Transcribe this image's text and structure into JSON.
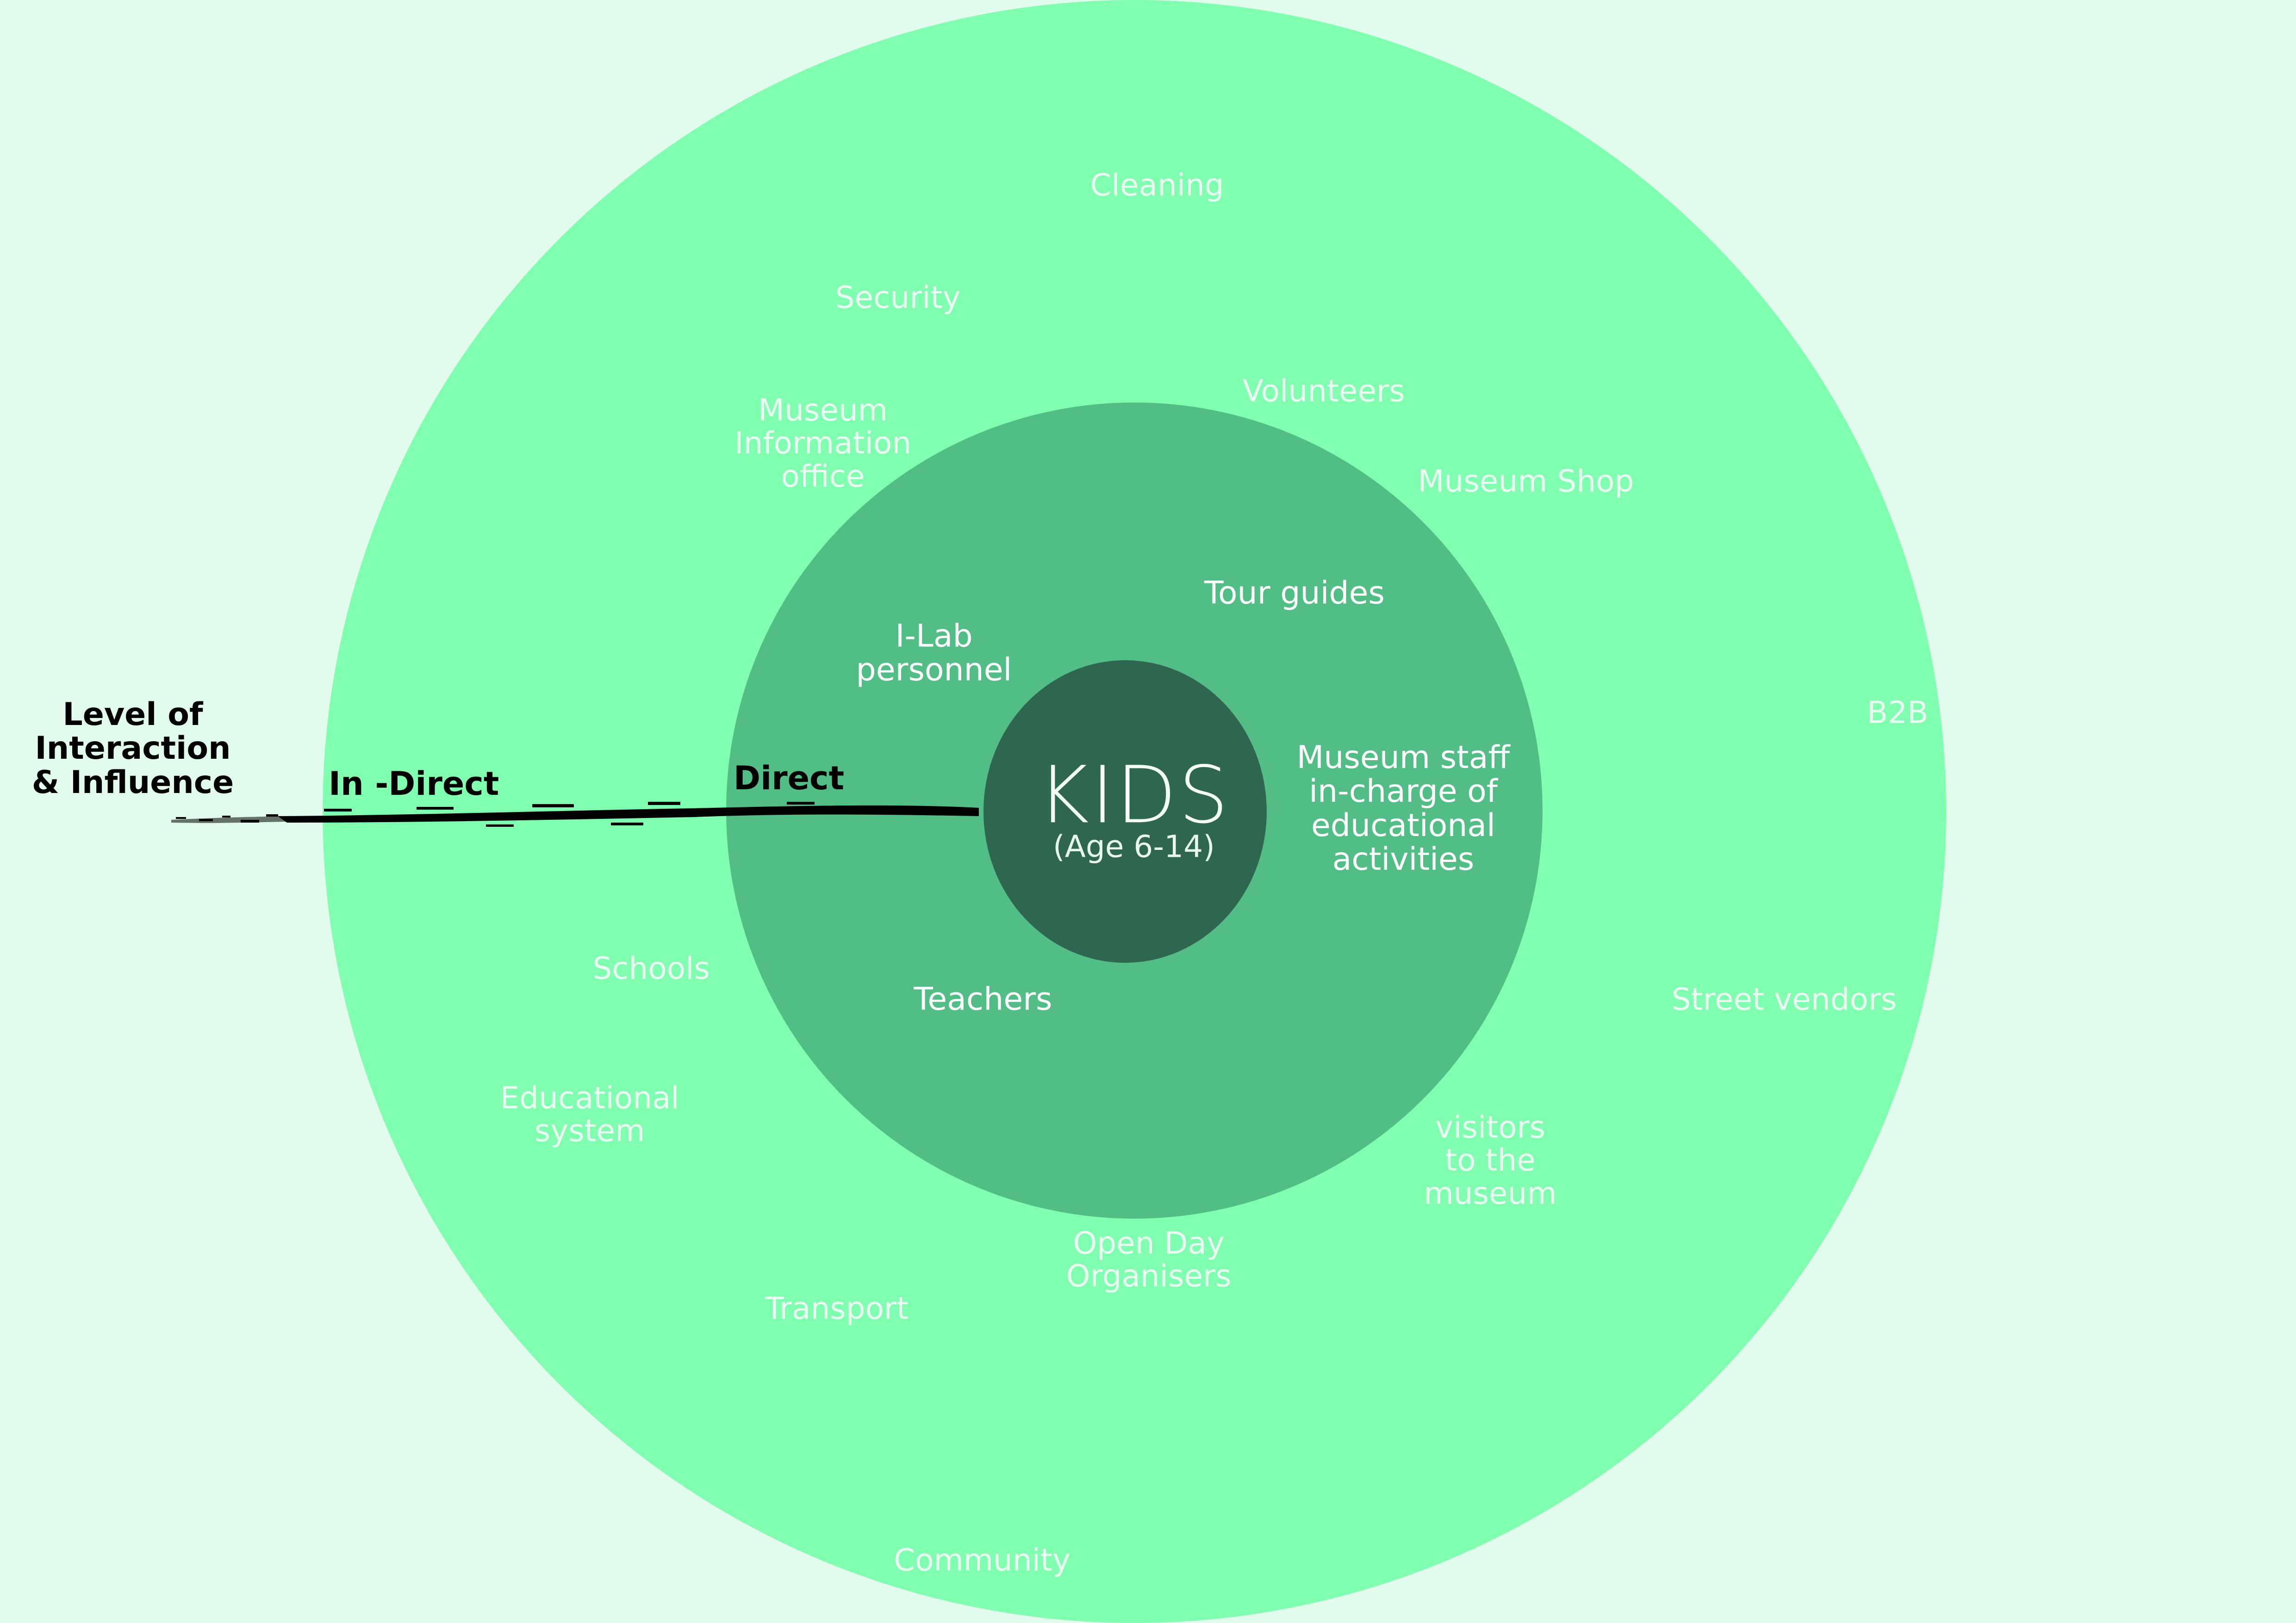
{
  "diagram": {
    "center": {
      "title": "KIDS",
      "subtitle": "(Age 6-14)"
    },
    "axis": {
      "title": "Level of\nInteraction\n& Influence",
      "indirect_label": "In -Direct",
      "direct_label": "Direct"
    },
    "middle_ring": [
      "I-Lab\npersonnel",
      "Tour guides",
      "Museum staff\nin-charge of\neducational\nactivities",
      "Teachers"
    ],
    "outer_ring": [
      "Cleaning",
      "Security",
      "Museum\nInformation\noffice",
      "Volunteers",
      "Museum Shop",
      "B2B",
      "Street vendors",
      "visitors\nto the\nmuseum",
      "Open Day\nOrganisers",
      "Transport",
      "Community",
      "Educational\nsystem",
      "Schools"
    ],
    "colors": {
      "background": "#e1fcec",
      "outer_ring": "#80ffb0",
      "middle_ring": "#52bd85",
      "inner_circle": "#2f6650",
      "axis_stroke": "#000000"
    }
  }
}
